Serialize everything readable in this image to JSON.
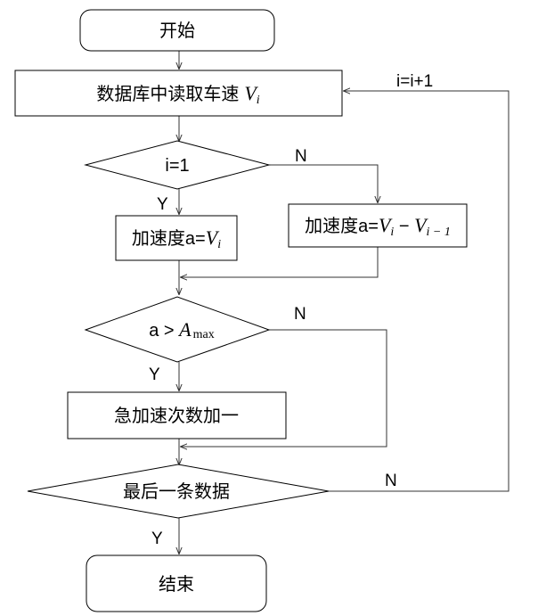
{
  "nodes": {
    "start": "开始",
    "read": {
      "text": "数据库中读取车速",
      "var": "V",
      "sub": "i"
    },
    "check_first": "i=1",
    "accel_first": {
      "text": "加速度a=",
      "var": "V",
      "sub": "i"
    },
    "accel_diff": {
      "text": "加速度a=",
      "var1": "V",
      "sub1": "i",
      "minus": " − ",
      "var2": "V",
      "sub2": "i − 1"
    },
    "check_max": {
      "text": "a > ",
      "var": "A",
      "sub": "max"
    },
    "count": "急加速次数加一",
    "check_last": "最后一条数据",
    "end": "结束"
  },
  "labels": {
    "increment": "i=i+1",
    "n1": "N",
    "y1": "Y",
    "n2": "N",
    "y2": "Y",
    "n3": "N",
    "y3": "Y"
  },
  "colors": {
    "stroke": "#000000",
    "line": "#333333",
    "fill": "#ffffff"
  }
}
